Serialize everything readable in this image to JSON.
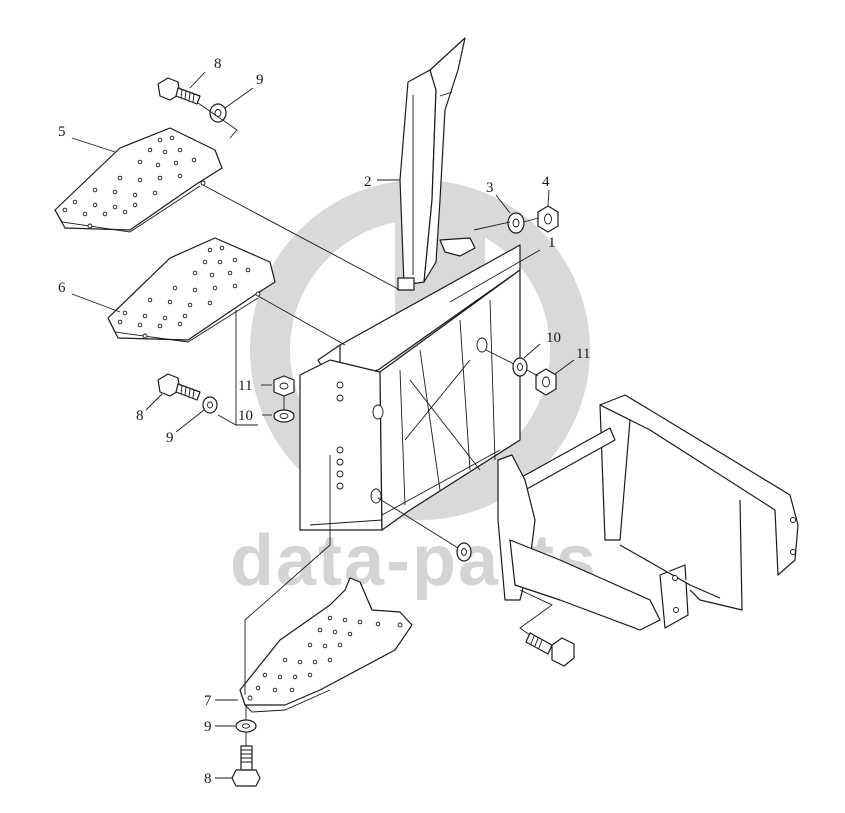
{
  "watermark": {
    "text": "data-parts",
    "color": "#d4d4d4"
  },
  "callouts": {
    "c1": "1",
    "c2": "2",
    "c3": "3",
    "c4": "4",
    "c5": "5",
    "c6": "6",
    "c7": "7",
    "c8_top": "8",
    "c9_top": "9",
    "c8_mid": "8",
    "c9_mid": "9",
    "c10_left": "10",
    "c11_left": "11",
    "c10_right": "10",
    "c11_right": "11",
    "c9_bottom": "9",
    "c8_bottom": "8"
  }
}
